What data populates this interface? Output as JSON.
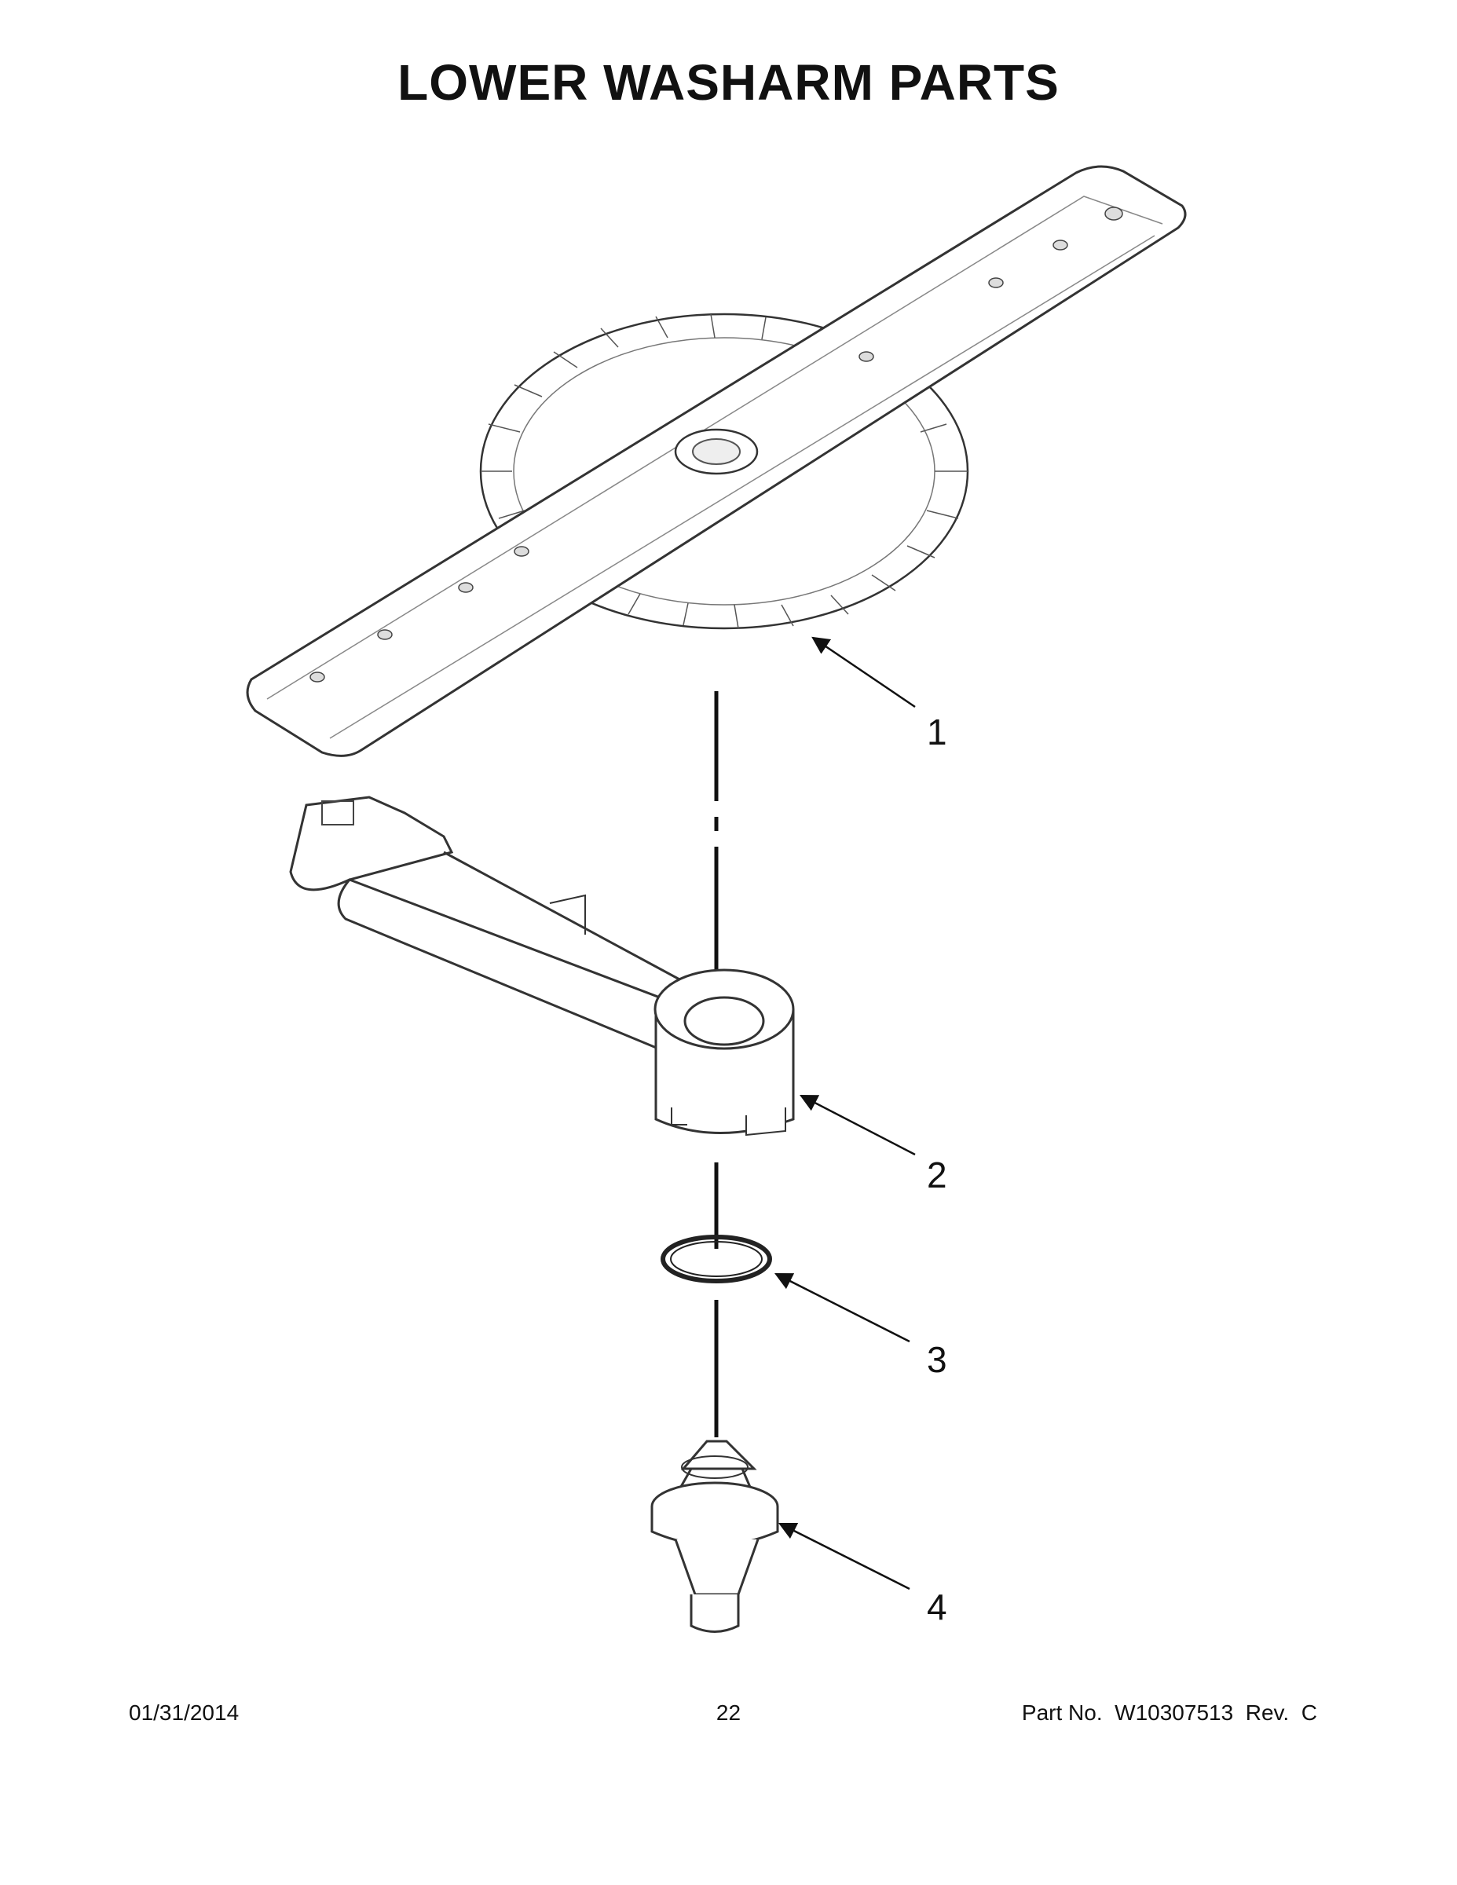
{
  "title": "LOWER WASHARM PARTS",
  "callouts": [
    "1",
    "2",
    "3",
    "4"
  ],
  "footer": {
    "date": "01/31/2014",
    "page_number": "22",
    "part_number": "Part No.  W10307513  Rev.  C"
  }
}
